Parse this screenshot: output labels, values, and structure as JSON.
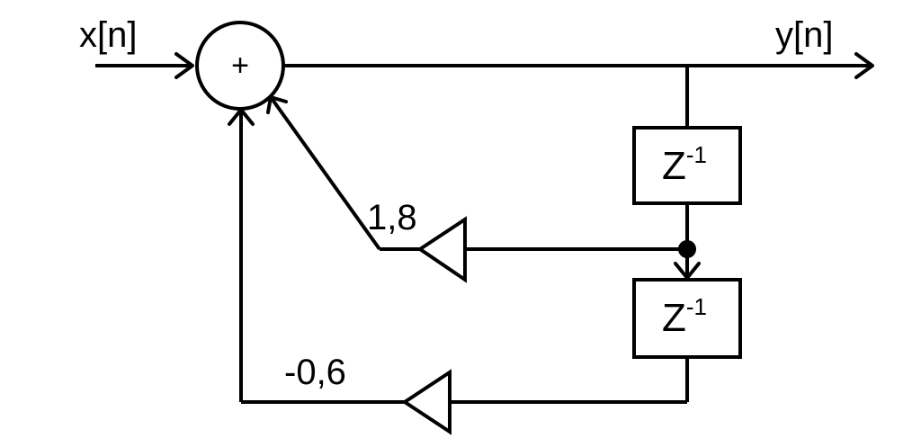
{
  "signals": {
    "input": "x[n]",
    "output": "y[n]"
  },
  "adder": {
    "symbol": "+"
  },
  "delays": [
    {
      "base": "Z",
      "exponent": "-1"
    },
    {
      "base": "Z",
      "exponent": "-1"
    }
  ],
  "gains": [
    {
      "label": "1,8"
    },
    {
      "label": "-0,6"
    }
  ]
}
